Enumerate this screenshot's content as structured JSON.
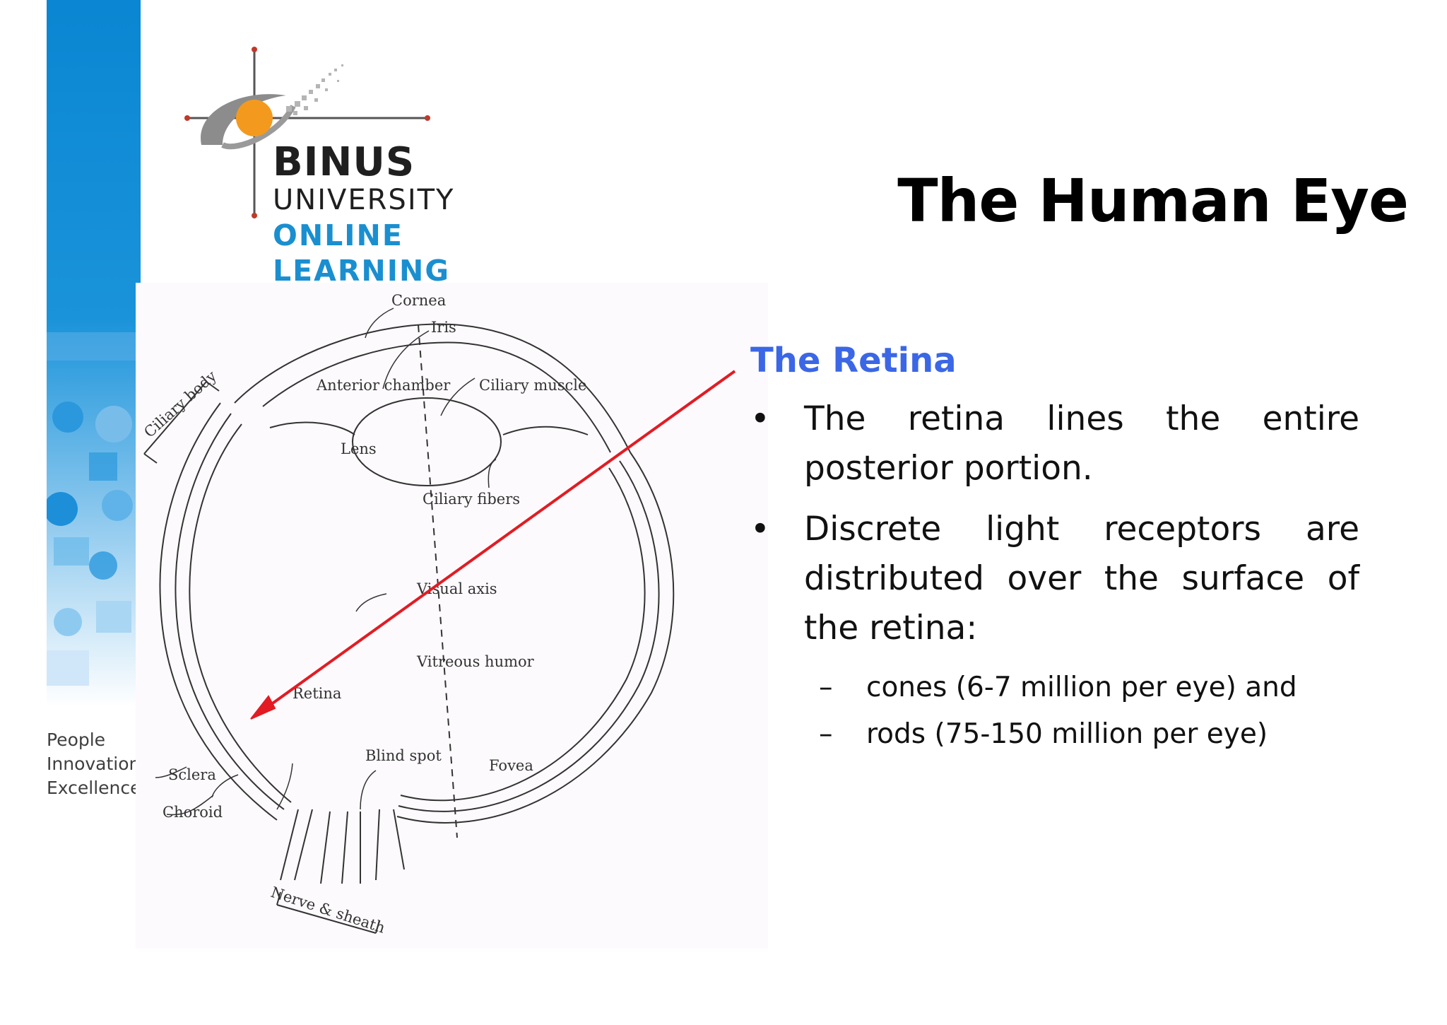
{
  "logo": {
    "line1": "BINUS",
    "line2": "UNIVERSITY",
    "line3": "ONLINE",
    "line4": "LEARNING"
  },
  "tagline": [
    "People",
    "Innovation",
    "Excellence"
  ],
  "title": "The Human Eye",
  "section": {
    "heading": "The Retina",
    "bullets": [
      "The retina lines the entire posterior portion.",
      "Discrete light receptors are distributed over the surface of the retina:"
    ],
    "sub_bullets": [
      "cones (6-7 million per eye) and",
      "rods (75-150 million per eye)"
    ]
  },
  "diagram": {
    "labels": {
      "cornea": "Cornea",
      "iris": "Iris",
      "ciliary_body": "Ciliary body",
      "anterior_chamber": "Anterior chamber",
      "ciliary_muscle": "Ciliary muscle",
      "lens": "Lens",
      "ciliary_fibers": "Ciliary fibers",
      "visual_axis": "Visual axis",
      "vitreous_humor": "Vitreous humor",
      "retina": "Retina",
      "blind_spot": "Blind spot",
      "fovea": "Fovea",
      "sclera": "Sclera",
      "choroid": "Choroid",
      "nerve_sheath": "Nerve & sheath"
    }
  },
  "colors": {
    "accent_blue": "#3b67e6",
    "logo_blue": "#1a8fd0",
    "logo_orange": "#f39a1e",
    "pointer_red": "#e31b23"
  }
}
